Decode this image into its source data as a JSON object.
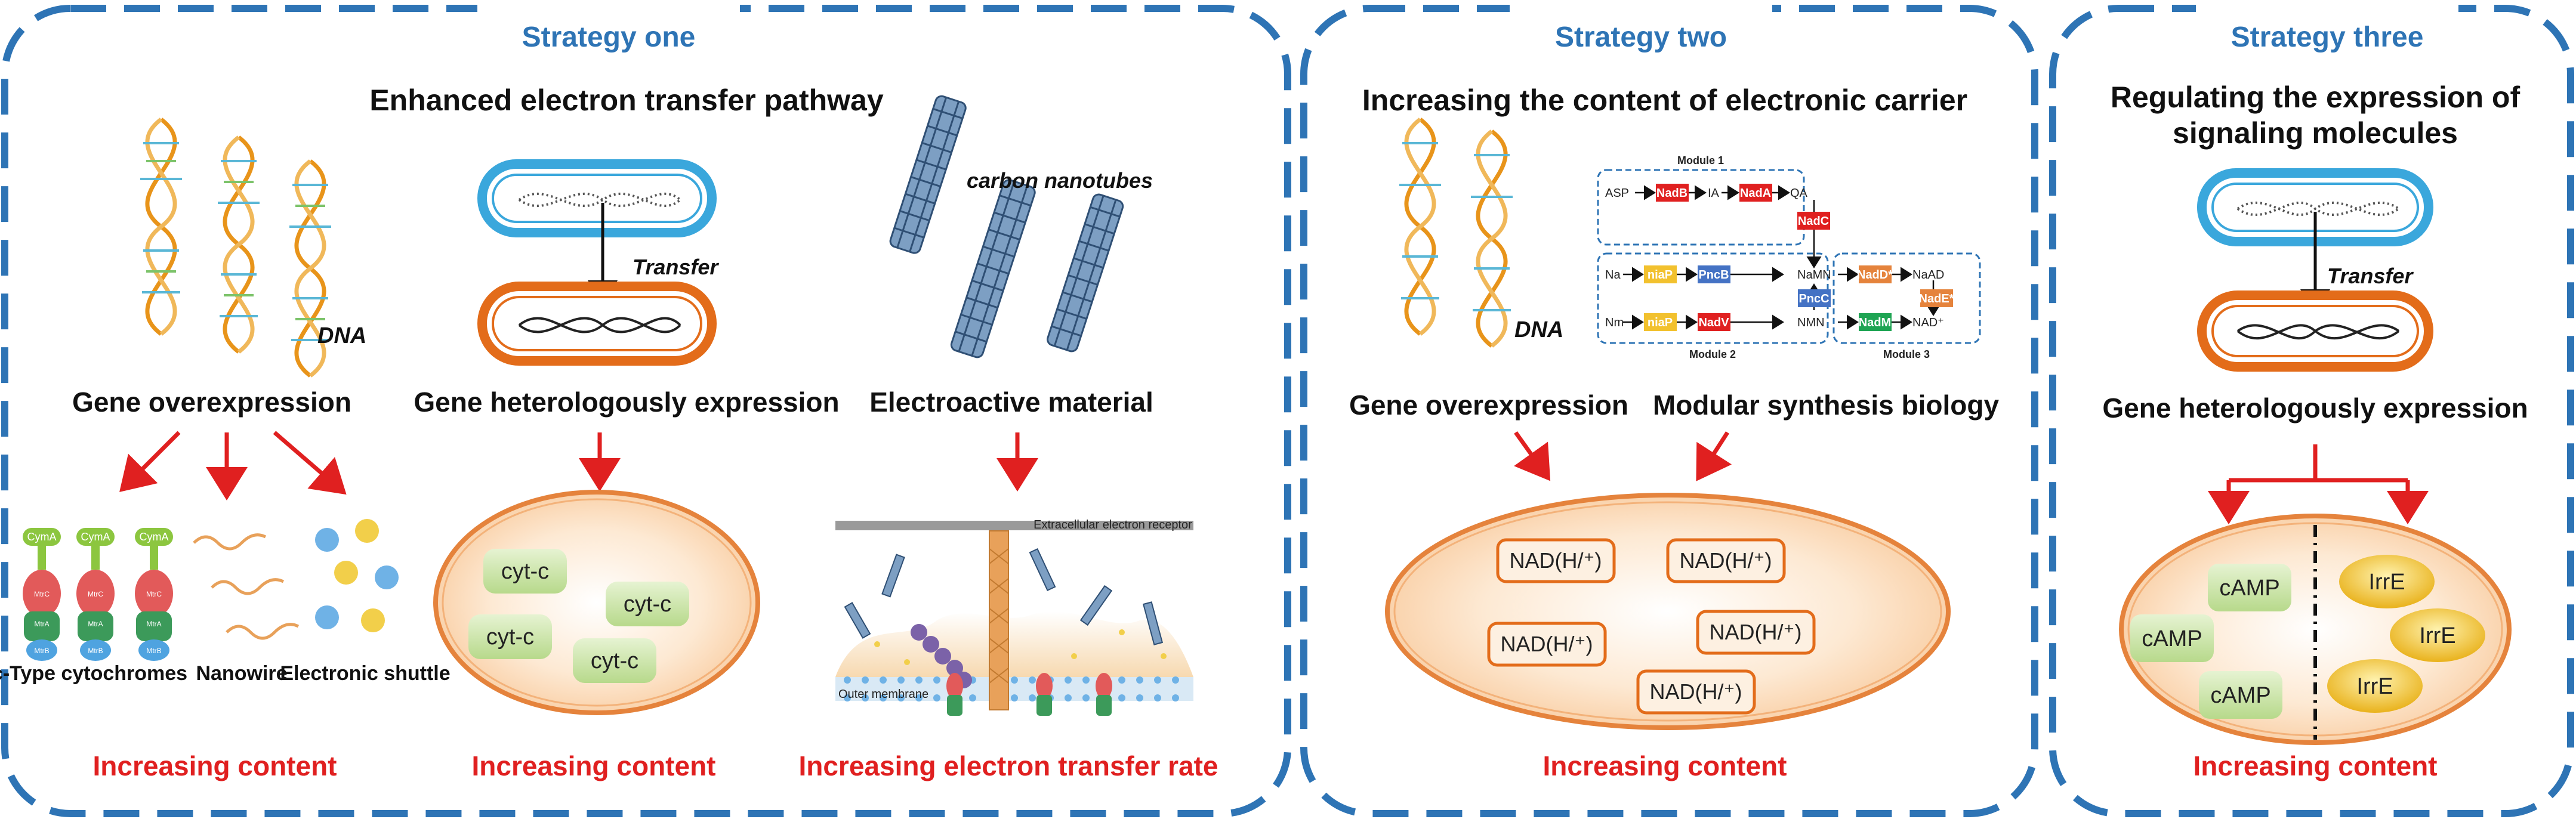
{
  "strategies": [
    {
      "header": "Strategy one",
      "title": "Enhanced electron transfer pathway",
      "items": [
        {
          "label": "Gene overexpression",
          "dna_label": "DNA",
          "products": [
            "c-Type cytochromes",
            "Nanowire",
            "Electronic shuttle"
          ],
          "protein_labels": [
            "CymA",
            "MtrC",
            "MtrA",
            "MtrB"
          ],
          "result": "Increasing content"
        },
        {
          "label": "Gene heterologously expression",
          "transfer_label": "Transfer",
          "cell_contents": [
            "cyt-c",
            "cyt-c",
            "cyt-c",
            "cyt-c"
          ],
          "result": "Increasing content"
        },
        {
          "label": "Electroactive material",
          "material_label": "carbon nanotubes",
          "acceptor_label": "Extracellular electron receptor",
          "membrane_label": "Outer membrane",
          "result": "Increasing electron transfer rate"
        }
      ]
    },
    {
      "header": "Strategy two",
      "title": "Increasing the content of electronic carrier",
      "dna_label": "DNA",
      "pathway": {
        "modules": [
          "Module 1",
          "Module 2",
          "Module 3"
        ],
        "metabolites": [
          "ASP",
          "IA",
          "QA",
          "Na",
          "NaMN",
          "NaAD",
          "Nm",
          "NMN",
          "NAD⁺"
        ],
        "enzymes": {
          "nadB": "NadB",
          "nadA": "NadA",
          "nadC": "NadC",
          "pncA": "niaP",
          "pncB": "PncB",
          "pncC": "PncC",
          "nadD": "NadD*",
          "nadE": "NadE*",
          "niaP2": "niaP",
          "nadV": "NadV",
          "nadM": "NadM"
        }
      },
      "labels": [
        "Gene overexpression",
        "Modular synthesis biology"
      ],
      "cell_contents": [
        "NAD(H/⁺)",
        "NAD(H/⁺)",
        "NAD(H/⁺)",
        "NAD(H/⁺)",
        "NAD(H/⁺)"
      ],
      "result": "Increasing content"
    },
    {
      "header": "Strategy three",
      "title_lines": [
        "Regulating the expression of",
        "signaling molecules"
      ],
      "transfer_label": "Transfer",
      "label": "Gene heterologously expression",
      "left_contents": [
        "cAMP",
        "cAMP",
        "cAMP"
      ],
      "right_contents": [
        "IrrE",
        "IrrE",
        "IrrE"
      ],
      "result": "Increasing content"
    }
  ],
  "colors": {
    "panel_border": "#2e74b5",
    "arrow_red": "#e02020",
    "cell_outline": "#e5833c",
    "cell_fill": "#fde3c7",
    "green_box": "#c9e3a6",
    "yellow_oval": "#f2c12e",
    "plasmid_blue": "#3aa7dc",
    "plasmid_orange": "#e36c1a"
  }
}
